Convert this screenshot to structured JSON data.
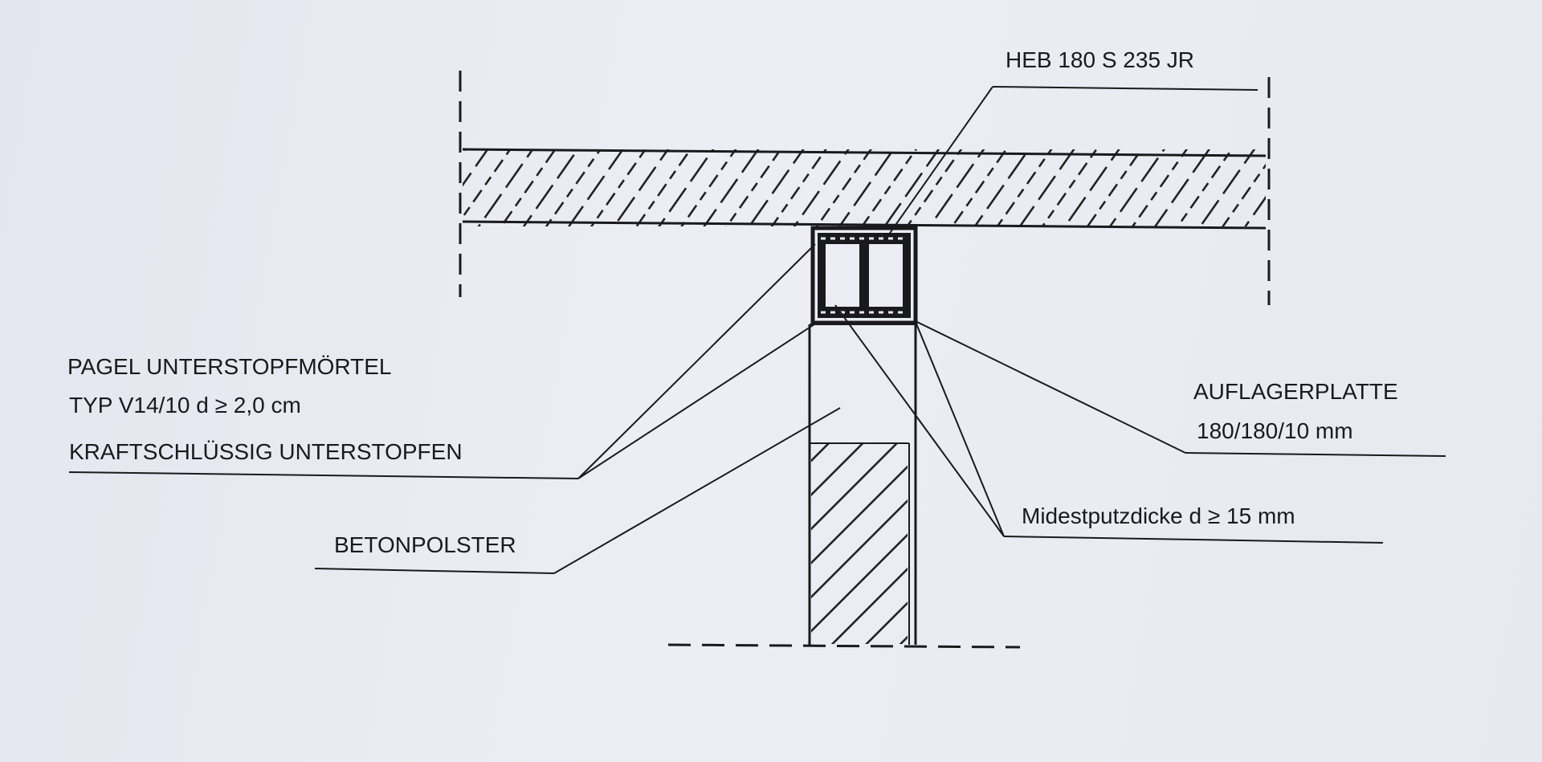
{
  "labels": {
    "beam_profile": "HEB 180 S 235 JR",
    "mortar_line1": "PAGEL UNTERSTOPFMÖRTEL",
    "mortar_line2": "TYP V14/10 d ≥ 2,0 cm",
    "mortar_line3": "KRAFTSCHLÜSSIG UNTERSTOPFEN",
    "concrete_pad": "BETONPOLSTER",
    "bearing_plate_line1": "AUFLAGERPLATTE",
    "bearing_plate_line2": "180/180/10 mm",
    "plaster": "Midestputzdicke d ≥ 15 mm"
  },
  "colors": {
    "ink": "#1a1a1c",
    "paper": "#e9ebf2"
  }
}
